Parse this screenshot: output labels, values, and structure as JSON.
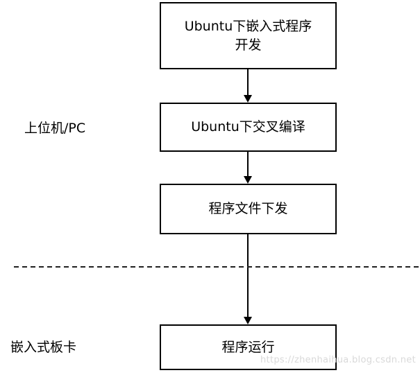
{
  "diagram": {
    "title_context": "embedded-development-flowchart",
    "boxes": [
      {
        "id": "box-dev",
        "label": "Ubuntu下嵌入式程序\n开发"
      },
      {
        "id": "box-cross-compile",
        "label": "Ubuntu下交叉编译"
      },
      {
        "id": "box-file-transfer",
        "label": "程序文件下发"
      },
      {
        "id": "box-run",
        "label": "程序运行"
      }
    ],
    "side_labels": [
      {
        "id": "host-pc",
        "label": "上位机/PC"
      },
      {
        "id": "embedded-board",
        "label": "嵌入式板卡"
      }
    ],
    "connectors": [
      {
        "from": "box-dev",
        "to": "box-cross-compile",
        "type": "arrow-down"
      },
      {
        "from": "box-cross-compile",
        "to": "box-file-transfer",
        "type": "arrow-down"
      },
      {
        "from": "box-file-transfer",
        "to": "box-run",
        "type": "arrow-down-crossing-divider"
      }
    ],
    "divider": {
      "style": "dashed-horizontal"
    },
    "colors": {
      "background": "#ffffff",
      "line": "#000000",
      "box_border": "#000000",
      "text": "#000000",
      "watermark": "#d9d9d9"
    }
  },
  "watermark": {
    "text": "https://zhenhaihua.blog.csdn.net"
  }
}
